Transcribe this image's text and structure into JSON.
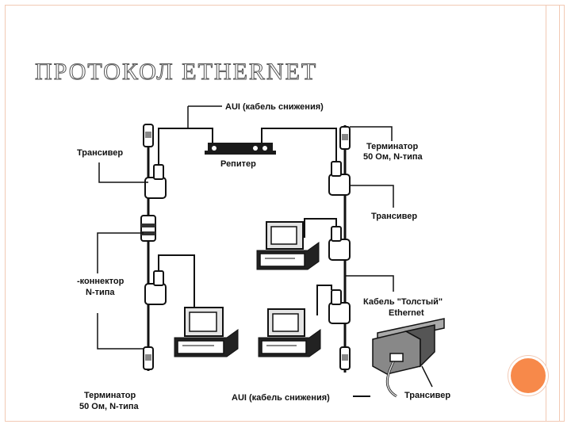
{
  "slide": {
    "title": "ПРОТОКОЛ ETHERNET",
    "accent_color": "#f7894a",
    "frame_color": "#f2c9b4"
  },
  "diagram": {
    "labels": {
      "aui_top": "AUI (кабель снижения)",
      "transceiver_left": "Трансивер",
      "repeater": "Репитер",
      "terminator_top_right_1": "Терминатор",
      "terminator_top_right_2": "50 Ом, N-типа",
      "transceiver_right": "Трансивер",
      "connector_1": "-коннектор",
      "connector_2": "N-типа",
      "thick_cable_1": "Кабель \"Толстый\"",
      "thick_cable_2": "Ethernet",
      "terminator_bottom_left_1": "Терминатор",
      "terminator_bottom_left_2": "50 Ом, N-типа",
      "aui_bottom": "AUI (кабель снижения)",
      "transceiver_bottom": "Трансивер"
    }
  }
}
